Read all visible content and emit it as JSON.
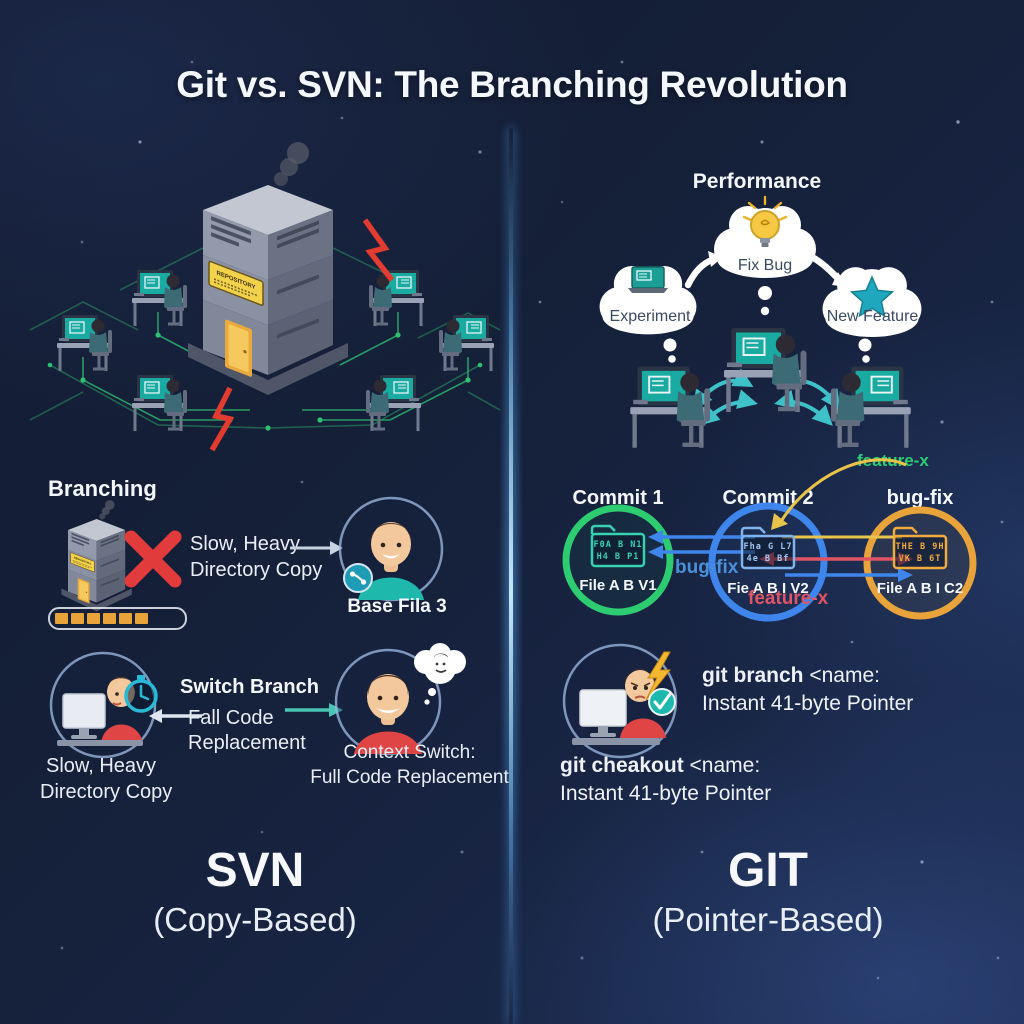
{
  "title": "Git vs. SVN: The Branching Revolution",
  "svn": {
    "server_sign": "REPOSITORY",
    "branching": {
      "heading": "Branching",
      "line1": "Slow, Heavy",
      "line2": "Directory Copy",
      "avatar_label": "Base Fila 3"
    },
    "switching": {
      "heading": "Switch Branch",
      "method_line1": "Fall Code",
      "method_line2": "Replacement",
      "left_line1": "Slow, Heavy",
      "left_line2": "Directory Copy",
      "right_line1": "Context Switch:",
      "right_line2": "Full Code Replacement"
    },
    "footer_name": "SVN",
    "footer_sub": "(Copy-Based)"
  },
  "git": {
    "performance": {
      "heading": "Performance",
      "cloud1": "Experiment",
      "cloud2": "Fix Bug",
      "cloud3": "New Feature"
    },
    "commits": {
      "col1_title": "Commit 1",
      "col2_title": "Commit 2",
      "col3_title": "bug-fix",
      "col1_file": "File A B V1",
      "col2_file": "Fie A B I V2",
      "col3_file": "File A B I C2",
      "folder1_row1": "F0A B N1",
      "folder1_row2": "H4 B P1",
      "folder2_row1": "Fha G L7",
      "folder2_row2": "4e B Bf",
      "folder3_row1": "THE B 9H",
      "folder3_row2": "VK B 6T",
      "feature_top": "feature-x",
      "bugfix_mid": "bug-fix",
      "feature_bottom": "feature-x"
    },
    "pointers": {
      "branch_cmd": "git branch",
      "branch_arg": " <name:",
      "branch_desc": "Instant 41-byte Pointer",
      "checkout_cmd": "git cheakout",
      "checkout_arg": " <name:",
      "checkout_desc": "Instant 41-byte Pointer"
    },
    "footer_name": "GIT",
    "footer_sub": "(Pointer-Based)"
  },
  "colors": {
    "background": "#152039",
    "accent_green": "#2ecc71",
    "accent_teal": "#1fb8ad",
    "accent_blue": "#3e86ec",
    "accent_orange": "#e8a33b",
    "accent_red": "#e23b3b",
    "divider_cyan": "#59c8f2"
  }
}
